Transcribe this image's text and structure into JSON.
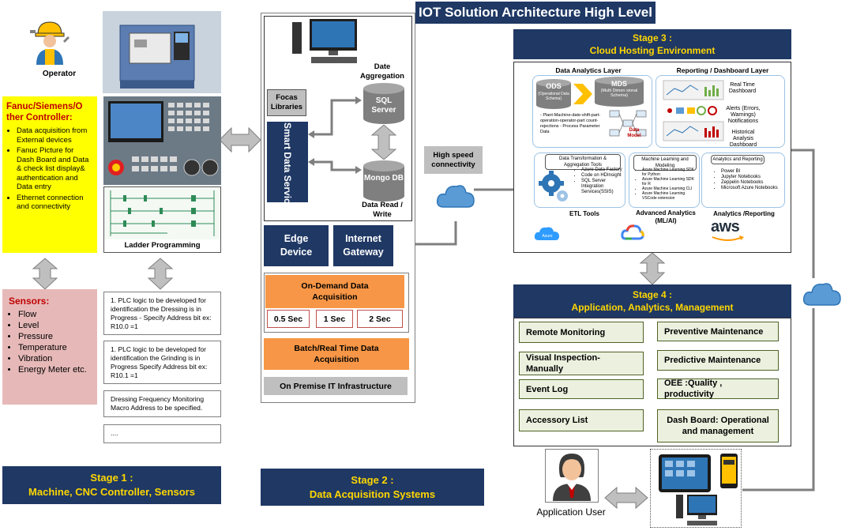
{
  "title": "IOT Solution Architecture High Level",
  "stage1": {
    "operator_label": "Operator",
    "controller_title": "Fanuc/Siemens/O ther Controller:",
    "controller_items": [
      "Data acquisition from External devices",
      "Fanuc Picture for Dash Board and Data & check list display& authentication and Data entry",
      "Ethernet connection and connectivity"
    ],
    "ladder_label": "Ladder Programming",
    "sensors_title": "Sensors:",
    "sensors_items": [
      "Flow",
      "Level",
      "Pressure",
      "Temperature",
      "Vibration",
      "Energy Meter etc."
    ],
    "notes": [
      "1. PLC logic to be developed for identification the Dressing is in Progress - Specify Address bit ex: R10.0 =1",
      "1. PLC logic to be developed for identification the Grinding is in Progress Specify Address bit ex: R10.1 =1",
      "Dressing Frequency Monitoring Macro Address to be specified.",
      "...."
    ],
    "stage_heading": "Stage 1 :",
    "stage_subtitle": "Machine, CNC Controller, Sensors"
  },
  "stage2": {
    "date_aggregation": "Date Aggregation",
    "focas": "Focas Libraries",
    "smart_data": "Smart Data Service",
    "sql": "SQL Server",
    "mongo": "Mongo DB",
    "data_rw": "Data Read / Write",
    "edge": "Edge Device",
    "gateway": "Internet Gateway",
    "on_demand": "On-Demand Data Acquisition",
    "intervals": [
      "0.5 Sec",
      "1 Sec",
      "2 Sec"
    ],
    "batch": "Batch/Real Time Data Acquisition",
    "infra": "On Premise IT Infrastructure",
    "stage_heading": "Stage 2 :",
    "stage_subtitle": "Data Acquisition Systems"
  },
  "connectivity": "High speed connectivity",
  "stage3": {
    "stage_heading": "Stage 3 :",
    "stage_subtitle": "Cloud Hosting Environment",
    "analytics_layer": "Data Analytics Layer",
    "reporting_layer": "Reporting / Dashboard Layer",
    "ods": "ODS",
    "ods_sub": "(Operational Data Schema)",
    "mds": "MDS",
    "mds_sub": "(Multi Dimen sional Schema)",
    "ods_items": "- Plant-Machine-date-shift-part-operation-operator-part count-rejections - Process Parameter Data",
    "data_model": "Data Model",
    "real_time": "Real Time Dashboard",
    "alerts": "Alerts (Errors, Warnings) Notifications",
    "historical": "Historical Analysis Dashboard",
    "etl_title": "Data Transformation & Aggregation Tools",
    "etl_items": [
      "Azure Data Factory",
      "Code on HDInsight",
      "SQL Server Integration Services(SSIS)"
    ],
    "etl_label": "ETL Tools",
    "ml_title": "Machine Learning and Modeling",
    "ml_items": [
      "Azure Machine Learning SDK for Python",
      "Azure Machine Learning SDK for R",
      "Azure Machine Learning CLI",
      "Azure Machine Learning VSCode extension"
    ],
    "ml_label": "Advanced Analytics (ML/AI)",
    "ar_title": "Analytics and Reporting",
    "ar_items": [
      "Power BI",
      "Jupyter Notebooks",
      "Zeppelin Notebooks",
      "Microsoft Azure Notebooks"
    ],
    "ar_label": "Analytics /Reporting",
    "azure": "Azure",
    "aws": "aws"
  },
  "stage4": {
    "stage_heading": "Stage 4 :",
    "stage_subtitle": "Application, Analytics, Management",
    "left_items": [
      "Remote Monitoring",
      "Visual Inspection-Manually",
      "Event Log",
      "Accessory List"
    ],
    "right_items": [
      "Preventive Maintenance",
      "Predictive Maintenance",
      "OEE :Quality , productivity",
      "Dash Board: Operational and management"
    ],
    "app_user": "Application User"
  },
  "colors": {
    "navy": "#1f3864",
    "stage_text": "#ffd700",
    "yellow": "#ffff00",
    "pink": "#e6b9b8",
    "orange": "#f79646",
    "green_box": "#ebf1de",
    "cloud": "#5b9bd5",
    "arrow_grey": "#bfbfbf"
  }
}
